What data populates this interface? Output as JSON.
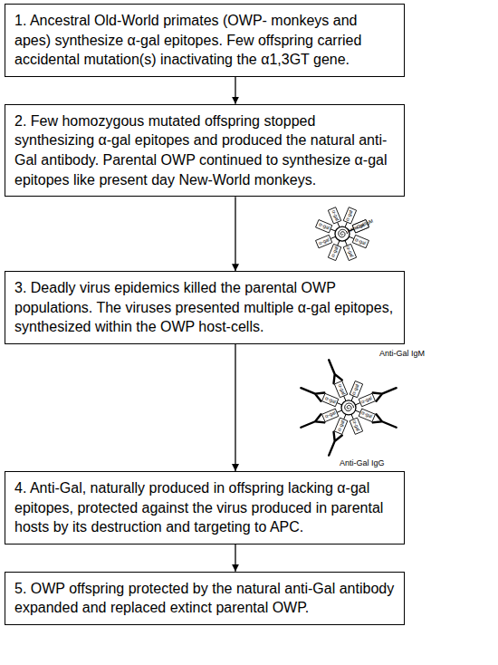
{
  "diagram": {
    "nodes": [
      {
        "text": [
          "1. Ancestral Old-World primates (OWP- monkeys and apes) synthesize α-gal epitopes. Few offspring carried accidental mutation(s) inactivating the α1,3GT gene."
        ]
      },
      {
        "text": [
          "2. Few homozygous mutated offspring stopped synthesizing α-gal epitopes and produced the natural anti-Gal antibody. Parental OWP continued to synthesize α-gal epitopes like present day New-World monkeys."
        ]
      },
      {
        "text": [
          "3. Deadly virus epidemics killed the parental OWP populations. The viruses presented multiple α-gal epitopes, synthesized within the OWP host-cells."
        ]
      },
      {
        "text": [
          "4. Anti-Gal, naturally produced in offspring lacking α-gal epitopes, protected against the virus produced in parental hosts by its destruction and targeting to APC."
        ]
      },
      {
        "text": [
          "5. OWP offspring protected by the natural anti-Gal antibody expanded and replaced extinct parental OWP."
        ]
      }
    ],
    "edges": [
      {
        "from": 0,
        "to": 1,
        "arrow": "to"
      },
      {
        "from": 1,
        "to": 2,
        "arrow": "to"
      },
      {
        "from": 2,
        "to": 3,
        "arrow": "to"
      },
      {
        "from": 3,
        "to": 4,
        "arrow": "to"
      }
    ],
    "labels": [
      "α-gal",
      "α-gal",
      "α-gal",
      "α-gal",
      "α-gal",
      "α-gal",
      "α-gal",
      "α-gal",
      "Anti-Gal IgM",
      "α-gal",
      "α-gal",
      "α-gal",
      "α-gal",
      "α-gal",
      "α-gal",
      "α-gal",
      "α-gal",
      "Anti-Gal IgG"
    ]
  }
}
